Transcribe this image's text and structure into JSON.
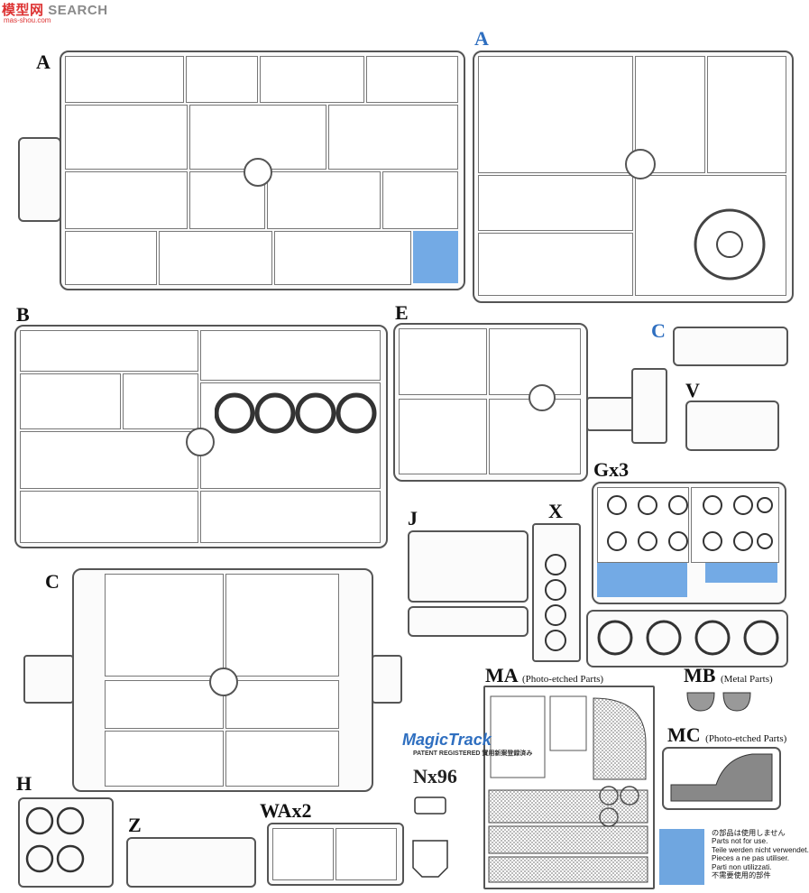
{
  "watermark": {
    "text": "SEARCH",
    "brand": "模型网",
    "url": "mas-shou.com"
  },
  "labels": {
    "A_left": "A",
    "A_right": "A",
    "B": "B",
    "E": "E",
    "C_small": "C",
    "V": "V",
    "Gx3": "Gx3",
    "X": "X",
    "J": "J",
    "C_big": "C",
    "MA": "MA",
    "MA_sub": "(Photo-etched Parts)",
    "MB": "MB",
    "MB_sub": "(Metal Parts)",
    "MC": "MC",
    "MC_sub": "(Photo-etched Parts)",
    "H": "H",
    "Z": "Z",
    "WAx2": "WAx2"
  },
  "magic_track": {
    "brand": "MagicTrack",
    "patent": "PATENT REGISTERED 實用新案登録済み",
    "code": "Nx96"
  },
  "notice": {
    "lines": [
      "の部品は使用しません",
      "Parts not for use.",
      "Teile werden nicht verwendet.",
      "Pieces a ne pas utiliser.",
      "Parti non utilizzati.",
      "不需要使用的部件"
    ]
  },
  "colors": {
    "highlight": "#5b9be0",
    "label_blue": "#2f6fc0"
  }
}
